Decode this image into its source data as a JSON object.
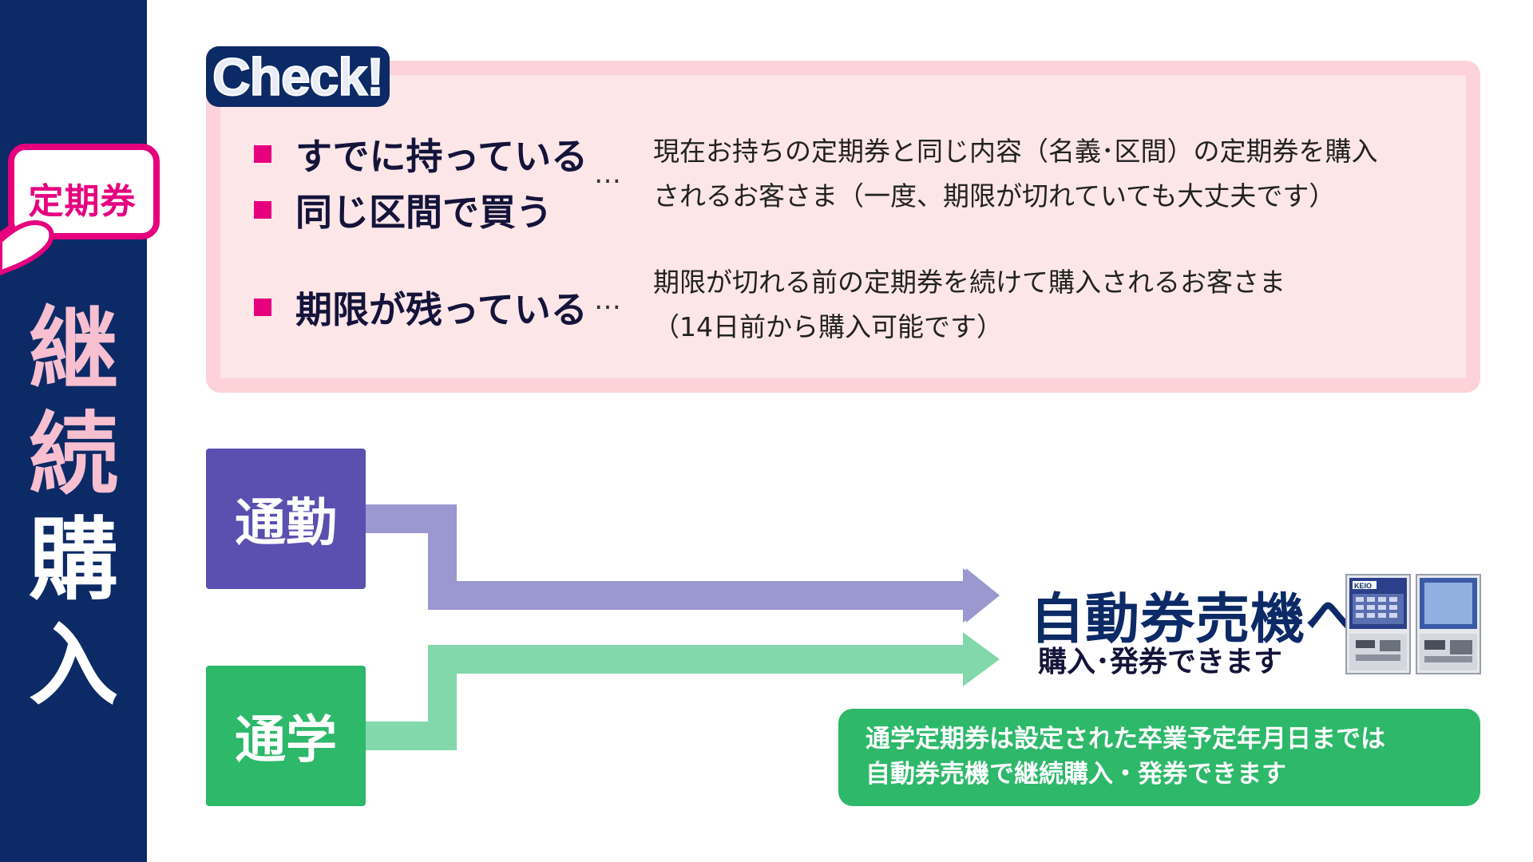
{
  "sidebar": {
    "badge_label": "定期券",
    "title_chars": [
      "継",
      "続",
      "購",
      "入"
    ]
  },
  "check": {
    "label": "Check!",
    "items": [
      {
        "text": "すでに持っている"
      },
      {
        "text": "同じ区間で買う"
      },
      {
        "text": "期限が残っている"
      }
    ],
    "ellipsis": "…",
    "desc1_line1": "現在お持ちの定期券と同じ内容（名義･区間）の定期券を購入",
    "desc1_line2": "されるお客さま（一度、期限が切れていても大丈夫です）",
    "desc2_line1": "期限が切れる前の定期券を続けて購入されるお客さま",
    "desc2_line2": "（14日前から購入可能です）"
  },
  "flow": {
    "commute_label": "通勤",
    "school_label": "通学",
    "destination_title": "自動券売機へ",
    "destination_sub": "購入･発券できます",
    "machine_brand": "KEIO",
    "note_line1": "通学定期券は設定された卒業予定年月日までは",
    "note_line2": "自動券売機で継続購入・発券できます"
  },
  "colors": {
    "navy": "#0c2a66",
    "pink_accent": "#e6007e",
    "check_bg": "#fde6e8",
    "commute_purple": "#5b4fb0",
    "commute_arrow": "#9b98cf",
    "school_green": "#2db86a",
    "school_arrow": "#82d8aa"
  },
  "icons": [
    "ticket-badge-icon",
    "hand-icon",
    "ticket-machine-icon"
  ]
}
